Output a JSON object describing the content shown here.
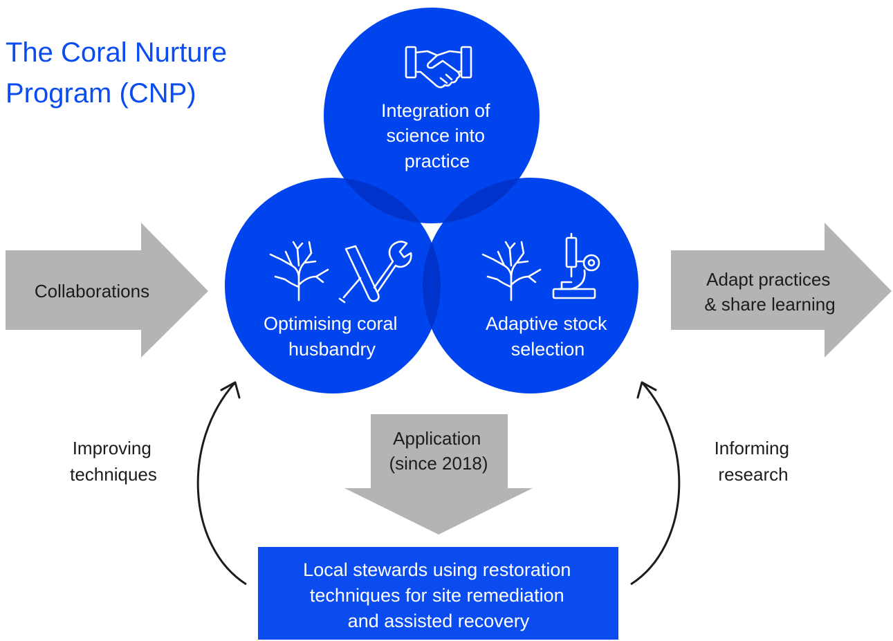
{
  "title": [
    "The Coral Nurture",
    "Program (CNP)"
  ],
  "colors": {
    "circle_blue": "#0044ee",
    "overlap_blue": "#0033cc",
    "title_blue": "#0a4cf0",
    "arrow_grey": "#b4b4b4",
    "box_blue": "#0a4cf0",
    "text_dark": "#1c1c1c"
  },
  "circles": {
    "top": {
      "lines": [
        "Integration of",
        "science into",
        "practice"
      ],
      "icon": "handshake-icon"
    },
    "left": {
      "lines": [
        "Optimising coral",
        "husbandry"
      ],
      "icons": [
        "coral-icon",
        "tools-icon"
      ]
    },
    "right": {
      "lines": [
        "Adaptive stock",
        "selection"
      ],
      "icons": [
        "coral-icon",
        "microscope-icon"
      ]
    }
  },
  "arrows": {
    "input": {
      "label": "Collaborations"
    },
    "output": {
      "lines": [
        "Adapt practices",
        "& share learning"
      ]
    },
    "down": {
      "lines": [
        "Application",
        "(since 2018)"
      ]
    }
  },
  "feedback": {
    "left": {
      "lines": [
        "Improving",
        "techniques"
      ]
    },
    "right": {
      "lines": [
        "Informing",
        "research"
      ]
    }
  },
  "outcome_box": {
    "lines": [
      "Local stewards using restoration",
      "techniques for site remediation",
      "and assisted recovery"
    ]
  }
}
